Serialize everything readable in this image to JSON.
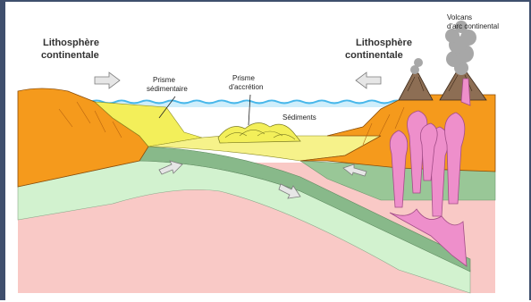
{
  "labels": {
    "left_plate_line1": "Lithosphère",
    "left_plate_line2": "continentale",
    "right_plate_line1": "Lithosphère",
    "right_plate_line2": "continentale",
    "prism_sedimentary_line1": "Prisme",
    "prism_sedimentary_line2": "sédimentaire",
    "prism_accretion_line1": "Prisme",
    "prism_accretion_line2": "d'accrétion",
    "sediments": "Sédiments",
    "volcano_line1": "Volcans",
    "volcano_line2": "d'arc continental"
  },
  "colors": {
    "orange_crust": "#f59a1c",
    "sediment_yellow": "#f3ef5a",
    "ocean_crust_green": "#88b98a",
    "light_mantle_green": "#d2f2cf",
    "asthenosphere_pink": "#f9c9c6",
    "magma_pink": "#ee8fcb",
    "sea_blue": "#47b7ea",
    "arrow_grey": "#9c9c9c"
  }
}
